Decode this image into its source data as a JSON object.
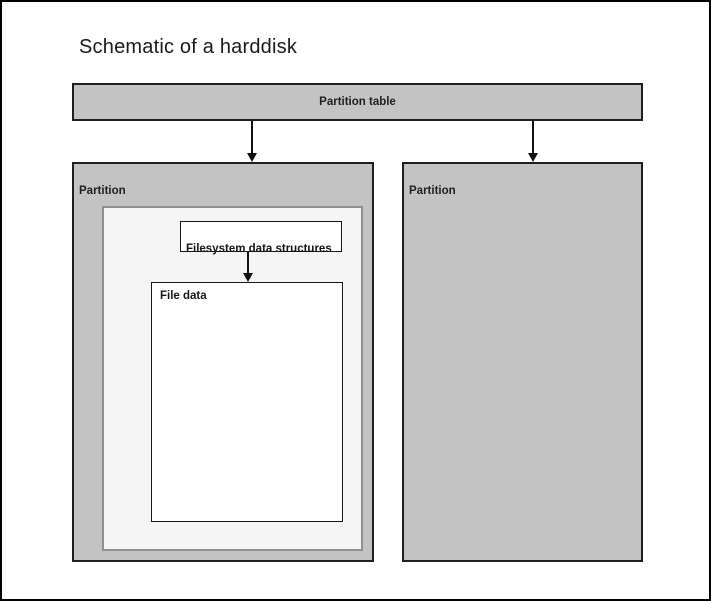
{
  "title": "Schematic of a harddisk",
  "diagram": {
    "partition_table": {
      "label": "Partition table"
    },
    "partition_left": {
      "label": "Partition"
    },
    "partition_right": {
      "label": "Partition"
    },
    "filesystem_structures": {
      "label": "Filesystem data structures"
    },
    "file_data": {
      "label": "File data"
    }
  },
  "colors": {
    "partition_fill": "#c3c3c3",
    "partition_border": "#1f1f1f",
    "filesystem_region_fill": "#f5f5f5",
    "filesystem_region_border": "#8f8f8f",
    "inner_box_fill": "#ffffff",
    "inner_box_border": "#161616",
    "arrow": "#111111",
    "page_background": "#ffffff",
    "page_border": "#000000",
    "text": "#1a1a1a"
  }
}
